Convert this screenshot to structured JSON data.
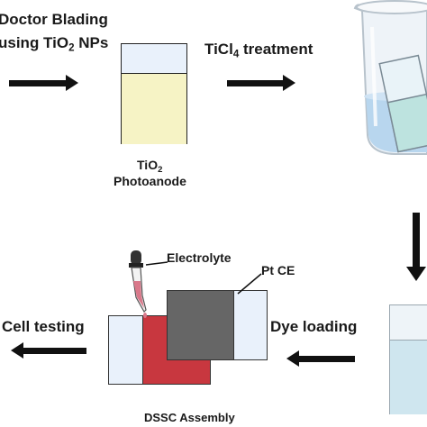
{
  "steps": {
    "doctor_blading_line1": "Doctor Blading",
    "doctor_blading_line2_pre": "using TiO",
    "doctor_blading_line2_sub": "2",
    "doctor_blading_line2_post": " NPs",
    "ticl4_pre": "TiCl",
    "ticl4_sub": "4",
    "ticl4_post": " treatment",
    "dye_loading": "Dye loading",
    "cell_testing": "Cell testing"
  },
  "labels": {
    "photoanode_line1_pre": "TiO",
    "photoanode_line1_sub": "2",
    "photoanode_line2": "Photoanode",
    "electrolyte": "Electrolyte",
    "pt_ce": "Pt CE",
    "dssc_assembly": "DSSC Assembly"
  },
  "colors": {
    "glass": "#e9f1fb",
    "tio2_film": "#f6f3c5",
    "counter_electrode": "#666666",
    "dyed_photoanode": "#c8373f",
    "beaker_solution": "#b8d6ee",
    "dye_bath": "#cfe6ef",
    "arrow": "#111111"
  }
}
